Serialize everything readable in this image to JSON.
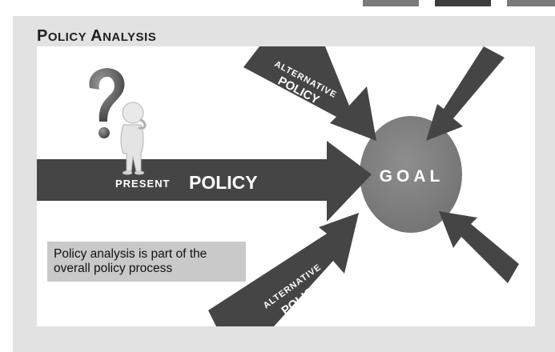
{
  "header": {
    "title_first_initial": "P",
    "title_first_rest": "OLICY",
    "title_second_initial": "A",
    "title_second_rest": "NALYSIS"
  },
  "diagram": {
    "present_small": "PRESENT",
    "present_big": "POLICY",
    "goal": "GOAL",
    "alt_top_line1": "ALTERNATIVE",
    "alt_top_line2": "POLICY",
    "alt_bottom_line1": "ALTERNATIVE",
    "alt_bottom_line2": "POLICY"
  },
  "note": {
    "line1": "Policy analysis is part of the",
    "line2": "overall policy process"
  },
  "colors": {
    "frame": "#e2e2e2",
    "arrow": "#454545",
    "goal_circle": "#7f7f7f",
    "note_box": "#c9c9c9"
  },
  "icons": [
    "question-mark-icon",
    "thinking-person-icon"
  ]
}
